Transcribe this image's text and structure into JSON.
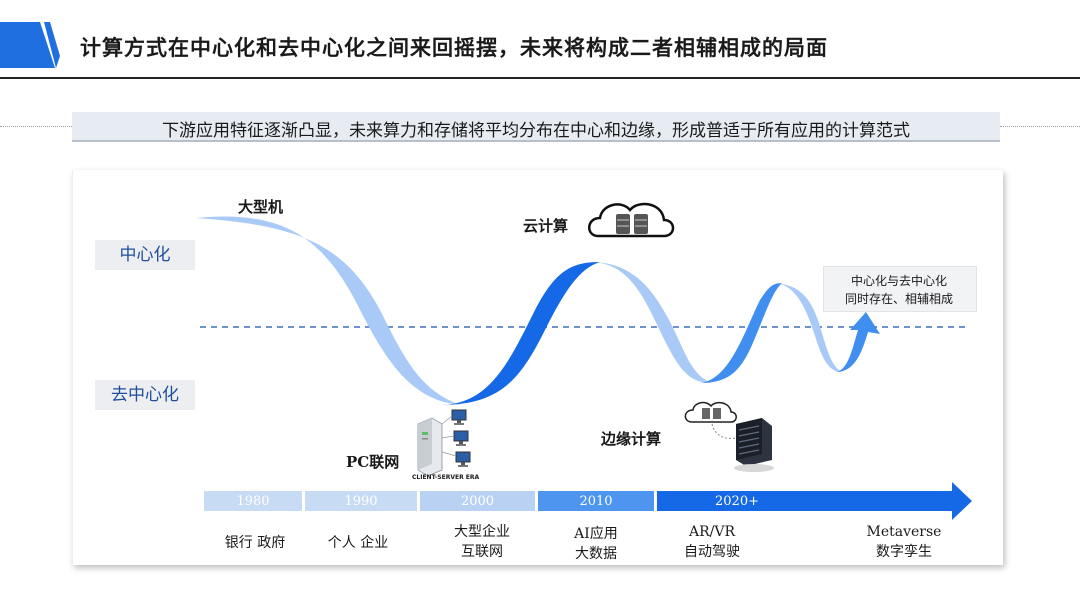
{
  "header": {
    "title": "计算方式在中心化和去中心化之间来回摇摆，未来将构成二者相辅相成的局面",
    "accent_color": "#1f6fe0"
  },
  "subtitle": "下游应用特征逐渐凸显，未来算力和存储将平均分布在中心和边缘，形成普适于所有应用的计算范式",
  "diagram": {
    "axis_labels": {
      "centralized": "中心化",
      "decentralized": "去中心化"
    },
    "eras": {
      "mainframe": "大型机",
      "pc": "PC联网",
      "client_server": "CLIENT-SERVER ERA",
      "cloud": "云计算",
      "edge": "边缘计算"
    },
    "future_note": [
      "中心化与去中心化",
      "同时存在、相辅相成"
    ],
    "timeline": [
      "1980",
      "1990",
      "2000",
      "2010",
      "2020+"
    ],
    "applications": [
      [
        "银行 政府"
      ],
      [
        "个人 企业"
      ],
      [
        "大型企业",
        "互联网"
      ],
      [
        "AI应用",
        "大数据"
      ],
      [
        "AR/VR",
        "自动驾驶"
      ],
      [
        "Metaverse",
        "数字孪生"
      ]
    ],
    "colors": {
      "light_blue": "#a9caf6",
      "mid_blue": "#3f8ef0",
      "deep_blue": "#1669e6",
      "timeline_light": "#c7dbf5"
    }
  }
}
